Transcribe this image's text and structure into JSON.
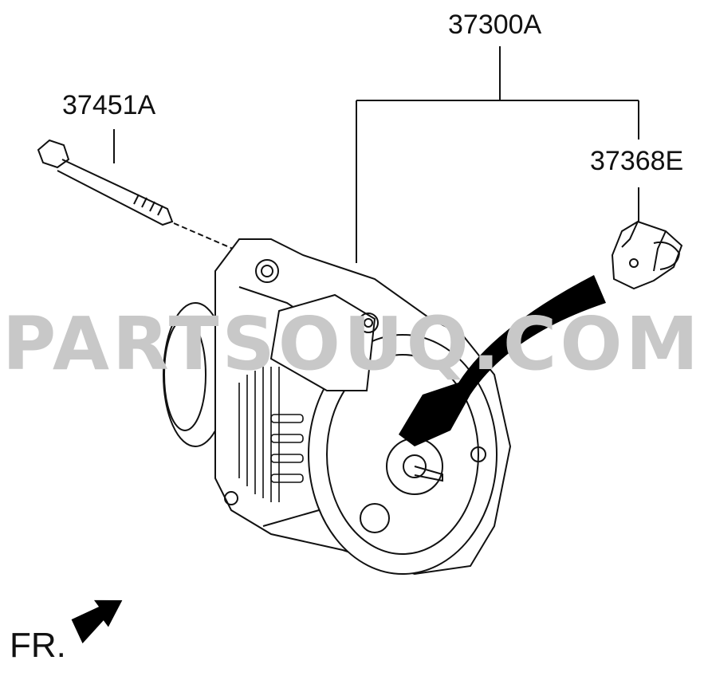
{
  "watermark": "PARTSOUQ.COM",
  "callouts": {
    "assembly": "37300A",
    "bolt": "37451A",
    "connector": "37368E"
  },
  "direction": {
    "label": "FR."
  }
}
